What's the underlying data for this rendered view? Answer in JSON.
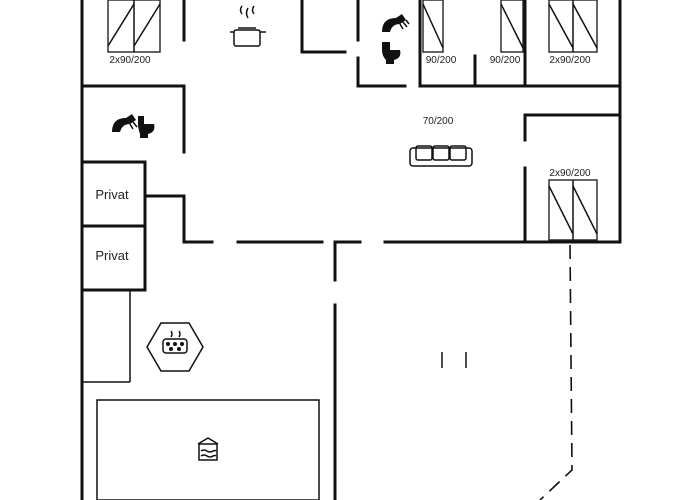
{
  "labels": {
    "bed_top_left": "2x90/200",
    "bed_top_mid1": "90/200",
    "bed_top_mid2": "90/200",
    "bed_top_right": "2x90/200",
    "sofa_bed": "70/200",
    "bed_right": "2x90/200",
    "private_1": "Privat",
    "private_2": "Privat"
  },
  "icons": {
    "kitchen": "cooking-pot-icon",
    "bathroom_top": "shower-toilet-icon",
    "bathroom_left": "shower-toilet-icon",
    "sofa": "sofa-icon",
    "spa": "whirlpool-icon",
    "pool": "swimming-pool-icon"
  }
}
